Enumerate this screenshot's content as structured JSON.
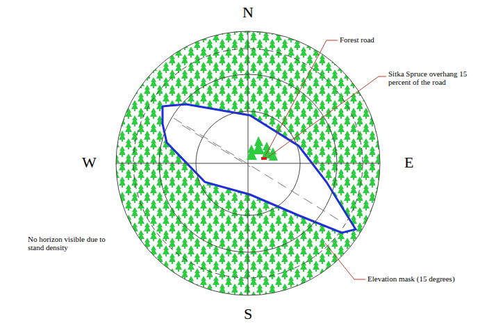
{
  "diagram": {
    "labels": [
      "N",
      "S",
      "W",
      "E",
      "Forest road",
      "Sitka Spruce overhang 15 percent of the road",
      "No horizon visible due to stand density",
      "Elevation mask (15 degrees)"
    ]
  }
}
